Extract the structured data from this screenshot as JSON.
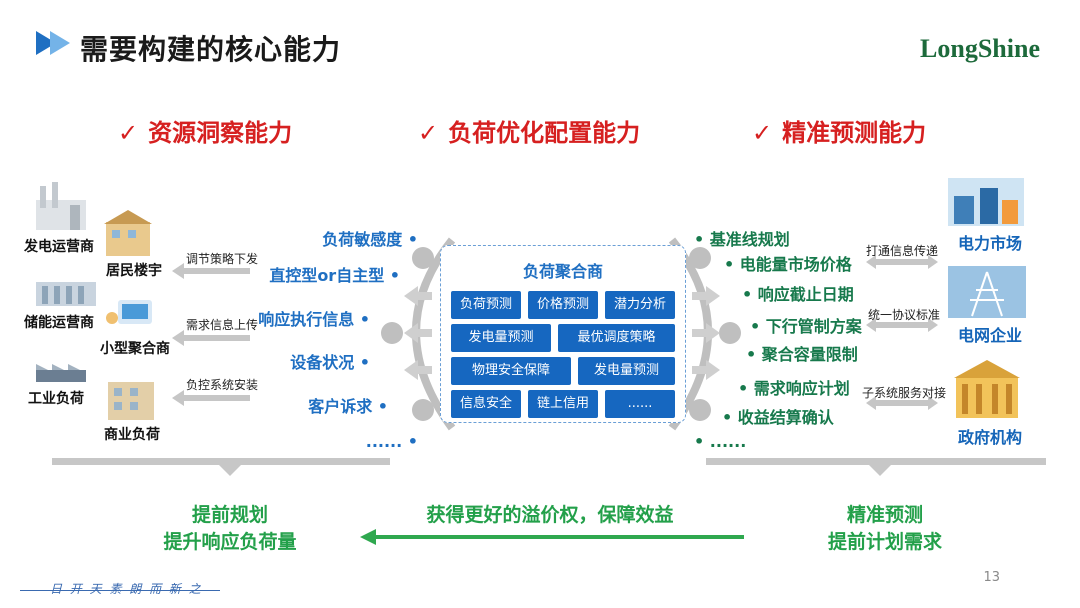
{
  "slide": {
    "title": "需要构建的核心能力",
    "logo": "LongShine",
    "page_number": "13",
    "slogan": "日 开 天 素  朗 而 新 之"
  },
  "capabilities": [
    {
      "label": "资源洞察能力"
    },
    {
      "label": "负荷优化配置能力"
    },
    {
      "label": "精准预测能力"
    }
  ],
  "left_entities": [
    "发电运营商",
    "居民楼宇",
    "储能运营商",
    "小型聚合商",
    "工业负荷",
    "商业负荷"
  ],
  "left_arrows": [
    "调节策略下发",
    "需求信息上传",
    "负控系统安装"
  ],
  "left_features": [
    "负荷敏感度",
    "直控型or自主型",
    "响应执行信息",
    "设备状况",
    "客户诉求",
    "......"
  ],
  "center": {
    "title": "负荷聚合商",
    "cells": [
      "负荷预测",
      "价格预测",
      "潜力分析",
      "发电量预测",
      "最优调度策略",
      "物理安全保障",
      "发电量预测",
      "信息安全",
      "链上信用",
      "......"
    ]
  },
  "right_features": [
    "基准线规划",
    "电能量市场价格",
    "响应截止日期",
    "下行管制方案",
    "聚合容量限制",
    "需求响应计划",
    "收益结算确认",
    "......"
  ],
  "right_arrows": [
    "打通信息传递",
    "统一协议标准",
    "子系统服务对接"
  ],
  "right_entities": [
    "电力市场",
    "电网企业",
    "政府机构"
  ],
  "bottom": {
    "left_line1": "提前规划",
    "left_line2": "提升响应负荷量",
    "middle": "获得更好的溢价权，保障效益",
    "right_line1": "精准预测",
    "right_line2": "提前计划需求"
  },
  "colors": {
    "red": "#d62020",
    "blue": "#1667c0",
    "green": "#23a04a",
    "dark_green": "#17794c"
  }
}
